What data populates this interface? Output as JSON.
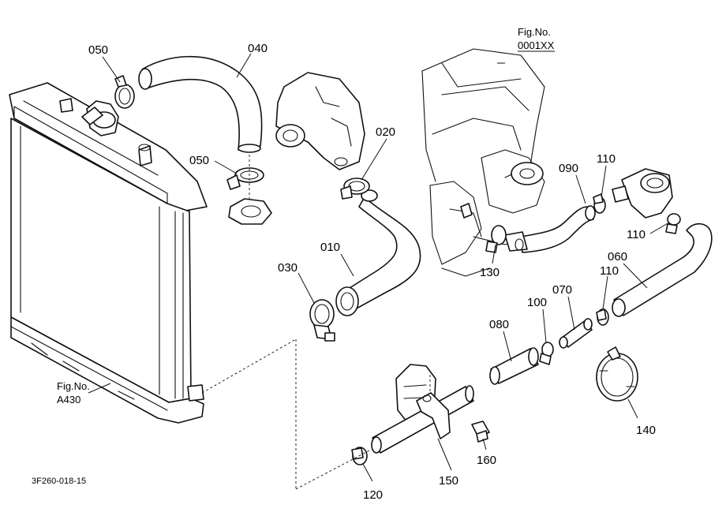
{
  "parts": {
    "p010": "010",
    "p020": "020",
    "p030": "030",
    "p040": "040",
    "p050a": "050",
    "p050b": "050",
    "p060": "060",
    "p070": "070",
    "p080": "080",
    "p090": "090",
    "p100": "100",
    "p110a": "110",
    "p110b": "110",
    "p110c": "110",
    "p120": "120",
    "p130": "130",
    "p140": "140",
    "p150": "150",
    "p160": "160"
  },
  "refs": {
    "engine_fig_label": "Fig.No.",
    "engine_fig_number": "0001XX",
    "radiator_fig_label": "Fig.No.",
    "radiator_fig_number": "A430"
  },
  "drawing_code": "3F260-018-15"
}
